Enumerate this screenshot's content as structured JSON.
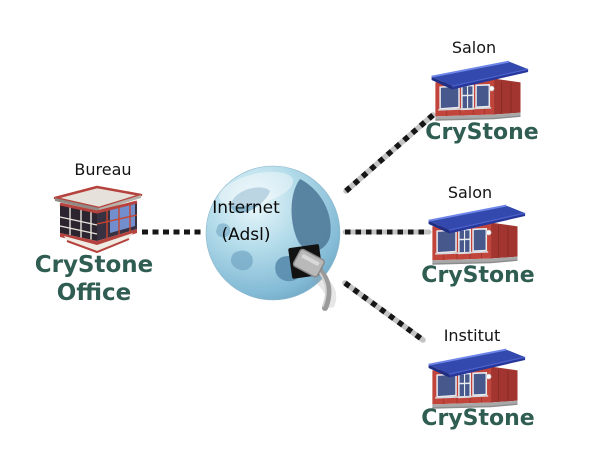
{
  "diagram_type": "network-topology",
  "office": {
    "label": "Bureau",
    "caption_line1": "CryStone",
    "caption_line2": "Office"
  },
  "internet": {
    "label_line1": "Internet",
    "label_line2": "(Adsl)"
  },
  "sites": [
    {
      "label": "Salon",
      "brand": "CryStone"
    },
    {
      "label": "Salon",
      "brand": "CryStone"
    },
    {
      "label": "Institut",
      "brand": "CryStone"
    }
  ],
  "connections": [
    {
      "from": "office",
      "to": "internet"
    },
    {
      "from": "internet",
      "to": "site-1"
    },
    {
      "from": "internet",
      "to": "site-2"
    },
    {
      "from": "internet",
      "to": "site-3"
    }
  ],
  "colors": {
    "background": "#FFFFFF",
    "brand_text": "#2F5D52",
    "label_text": "#141414",
    "connector_dash": "#161616",
    "connector_base": "#C4C4C4",
    "globe_light": "#E8F6FA",
    "globe_mid": "#AFDAEA",
    "globe_deep": "#699FBE",
    "continent": "#5D8FB0",
    "shop_red": "#C2453C",
    "shop_red_dark": "#A2352F",
    "roof_blue": "#3349AE",
    "window_slate": "#47598C",
    "plug_gray": "#ADADAD"
  }
}
